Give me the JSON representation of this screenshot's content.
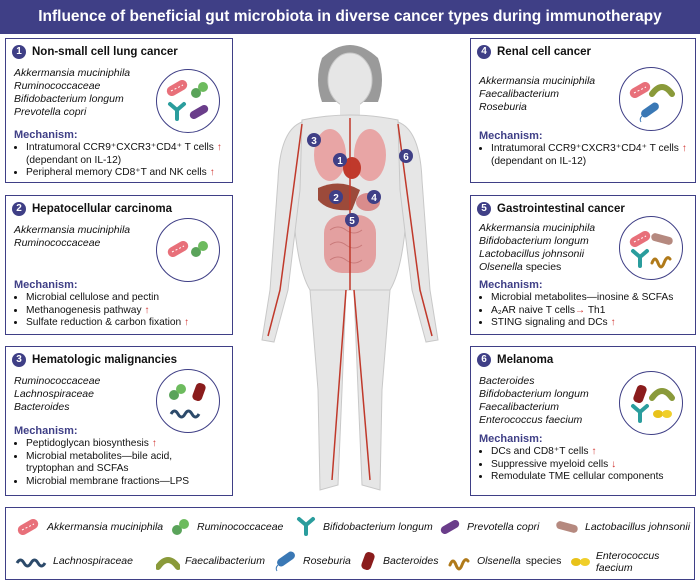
{
  "title": "Influence of beneficial gut microbiota in diverse cancer types during immunotherapy",
  "panels": [
    {
      "num": "1",
      "title": "Non-small cell lung cancer",
      "bacteria": [
        "Akkermansia muciniphila",
        "Ruminococcaceae",
        "Bifidobacterium longum",
        "Prevotella copri"
      ],
      "mechanism_label": "Mechanism:",
      "mechanisms": [
        "Intratumoral CCR9⁺CXCR3⁺CD4⁺ T cells",
        "(dependant on IL-12)",
        "Peripheral memory CD8⁺T and NK cells"
      ]
    },
    {
      "num": "2",
      "title": "Hepatocellular carcinoma",
      "bacteria": [
        "Akkermansia muciniphila",
        "Ruminococcaceae"
      ],
      "mechanism_label": "Mechanism:",
      "mechanisms": [
        "Microbial cellulose and pectin",
        "Methanogenesis pathway",
        "Sulfate reduction & carbon fixation"
      ]
    },
    {
      "num": "3",
      "title": "Hematologic malignancies",
      "bacteria": [
        "Ruminococcaceae",
        "Lachnospiraceae",
        "Bacteroides"
      ],
      "mechanism_label": "Mechanism:",
      "mechanisms": [
        "Peptidoglycan biosynthesis",
        "Microbial metabolites—bile acid,",
        "tryptophan and SCFAs",
        "Microbial membrane fractions—LPS"
      ]
    },
    {
      "num": "4",
      "title": "Renal cell cancer",
      "bacteria": [
        "Akkermansia muciniphila",
        "Faecalibacterium",
        "Roseburia"
      ],
      "mechanism_label": "Mechanism:",
      "mechanisms": [
        "Intratumoral CCR9⁺CXCR3⁺CD4⁺ T cells",
        "(dependant on IL-12)"
      ]
    },
    {
      "num": "5",
      "title": "Gastrointestinal cancer",
      "bacteria": [
        "Akkermansia muciniphila",
        "Bifidobacterium longum",
        "Lactobacillus johnsonii",
        "Olsenella"
      ],
      "bacteria_suffix": "species",
      "mechanism_label": "Mechanism:",
      "mechanisms": [
        "Microbial metabolites—inosine & SCFAs",
        "A₂AR naive T cells",
        "Th1",
        "STING signaling and DCs"
      ]
    },
    {
      "num": "6",
      "title": "Melanoma",
      "bacteria": [
        "Bacteroides",
        "Bifidobacterium longum",
        "Faecalibacterium",
        "Enterococcus faecium"
      ],
      "mechanism_label": "Mechanism:",
      "mechanisms": [
        "DCs and CD8⁺T cells",
        "Suppressive myeloid cells",
        "Remodulate TME cellular components"
      ]
    }
  ],
  "legend": [
    {
      "name": "Akkermansia muciniphila",
      "icon": "akkermansia-icon"
    },
    {
      "name": "Ruminococcaceae",
      "icon": "ruminococcaceae-icon"
    },
    {
      "name": "Bifidobacterium longum",
      "icon": "bifidobacterium-icon"
    },
    {
      "name": "Prevotella copri",
      "icon": "prevotella-icon"
    },
    {
      "name": "Lactobacillus johnsonii",
      "icon": "lactobacillus-icon"
    },
    {
      "name": "Lachnospiraceae",
      "icon": "lachnospiraceae-icon"
    },
    {
      "name": "Faecalibacterium",
      "icon": "faecalibacterium-icon"
    },
    {
      "name": "Roseburia",
      "icon": "roseburia-icon"
    },
    {
      "name": "Bacteroides",
      "icon": "bacteroides-icon"
    },
    {
      "name": "Olsenella",
      "suffix": "species",
      "icon": "olsenella-icon"
    },
    {
      "name": "Enterococcus faecium",
      "icon": "enterococcus-icon"
    }
  ],
  "body_markers": [
    "1",
    "2",
    "3",
    "4",
    "5",
    "6"
  ],
  "colors": {
    "accent": "#3f3f86",
    "up_arrow": "#d0312d",
    "down_arrow": "#d0312d",
    "akkermansia": "#e8707a",
    "ruminococcaceae": "#5aa35a",
    "bifidobacterium": "#2a9d9d",
    "prevotella": "#6a3d8a",
    "lactobacillus": "#b5897f",
    "lachnospiraceae": "#2c4a6a",
    "faecalibacterium": "#8a9a3a",
    "roseburia": "#3a78b5",
    "bacteroides": "#8a1c1c",
    "olsenella": "#b07a1a",
    "enterococcus": "#e8c21a"
  }
}
